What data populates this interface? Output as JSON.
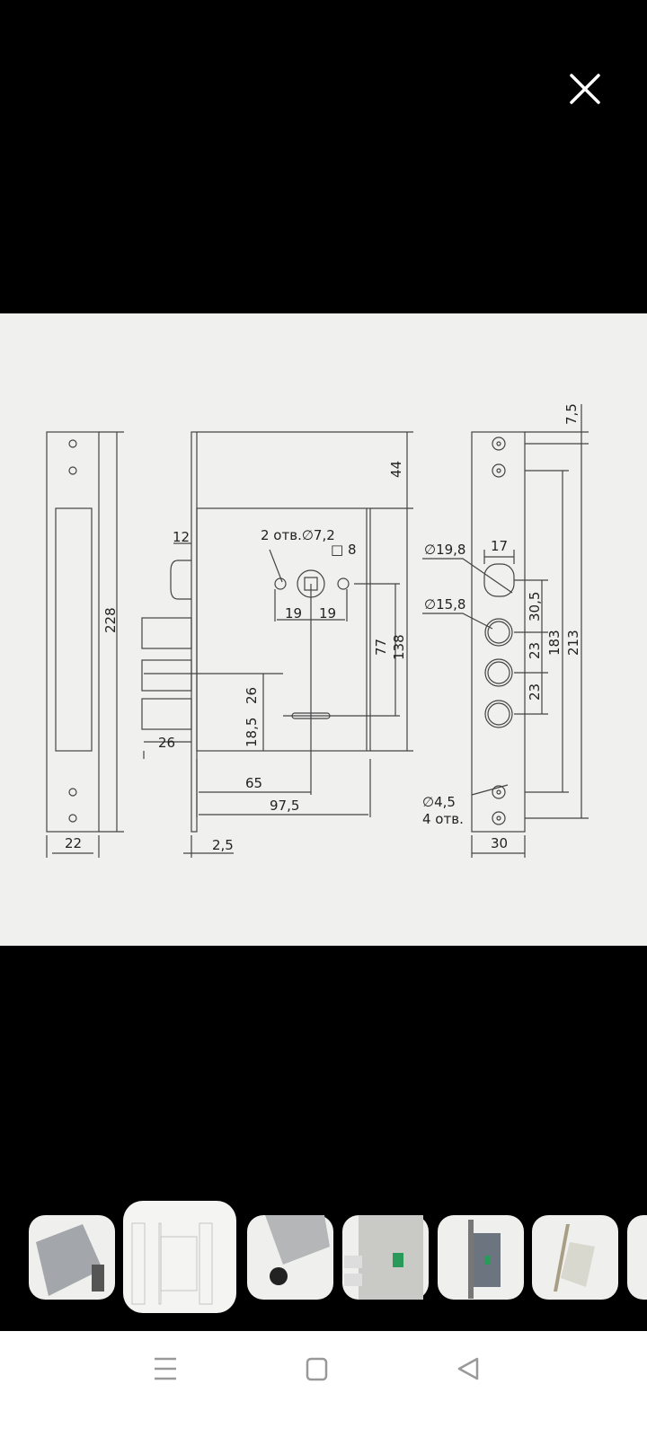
{
  "viewer": {
    "close_icon": "close-icon",
    "drawing": {
      "left_plate": {
        "height": "228",
        "width": "22"
      },
      "lock_body": {
        "latch": "12",
        "holes_note": "2 отв.∅7,2",
        "square": "□ 8",
        "offset_left": "19",
        "offset_right": "19",
        "bolt_spacing": "26",
        "key_to_bottom": "18,5",
        "bolt_projection": "26",
        "backset": "65",
        "body_width": "97,5",
        "faceplate_thickness": "2,5",
        "top_offset": "44",
        "spindle_to_key": "77",
        "body_height": "138"
      },
      "right_plate": {
        "top_hole": "7,5",
        "cyl_large_dia": "∅19,8",
        "cyl_width": "17",
        "cyl_small_dia": "∅15,8",
        "spacing_1": "30,5",
        "spacing_2": "23",
        "spacing_3": "23",
        "inner_holes": "183",
        "outer_holes": "213",
        "screw_dia": "∅4,5",
        "screw_count": "4 отв.",
        "width": "30"
      }
    }
  },
  "thumbnails": {
    "selected_index": 1,
    "count": 7
  },
  "nav": {
    "recents_icon": "menu-icon",
    "home_icon": "square-icon",
    "back_icon": "triangle-back-icon"
  }
}
